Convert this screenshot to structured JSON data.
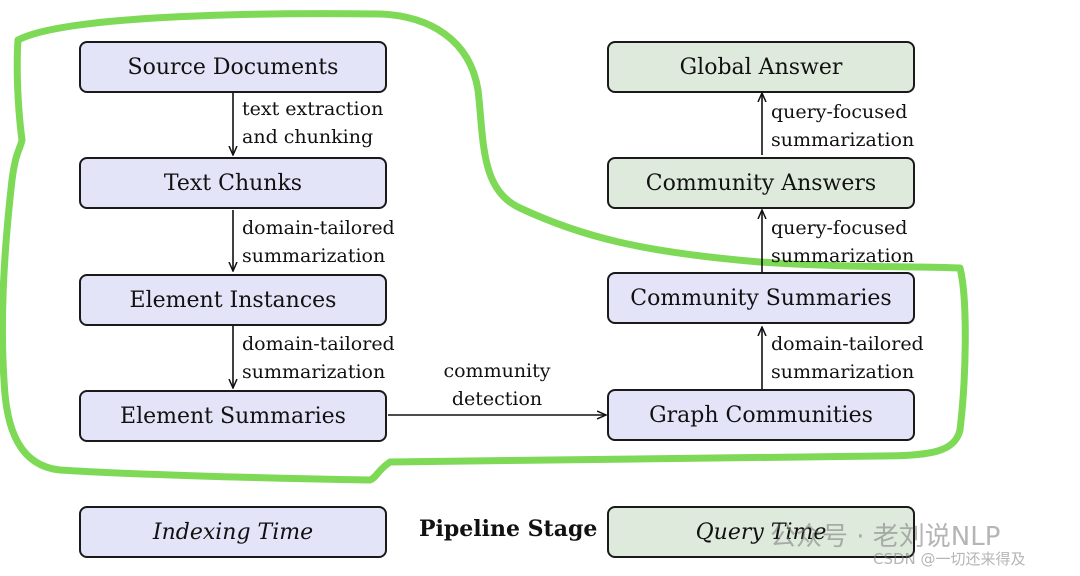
{
  "boxes": {
    "source_documents": "Source Documents",
    "text_chunks": "Text Chunks",
    "element_instances": "Element Instances",
    "element_summaries": "Element Summaries",
    "graph_communities": "Graph Communities",
    "community_summaries": "Community Summaries",
    "community_answers": "Community Answers",
    "global_answer": "Global Answer"
  },
  "edges": {
    "src_to_chunks": [
      "text extraction",
      "and chunking"
    ],
    "chunks_to_instances": [
      "domain-tailored",
      "summarization"
    ],
    "instances_to_summaries": [
      "domain-tailored",
      "summarization"
    ],
    "summaries_to_graph": [
      "community",
      "detection"
    ],
    "graph_to_comm_summaries": [
      "domain-tailored",
      "summarization"
    ],
    "comm_summaries_to_answers": [
      "query-focused",
      "summarization"
    ],
    "answers_to_global": [
      "query-focused",
      "summarization"
    ]
  },
  "legend": {
    "indexing_time": "Indexing Time",
    "pipeline_stage": "Pipeline Stage",
    "query_time": "Query Time"
  },
  "watermark": {
    "main": "公众号 · 老刘说NLP",
    "sub": "CSDN @一切还来得及"
  },
  "colors": {
    "indexing_fill": "#e3e4f8",
    "query_fill": "#deeadb",
    "highlight_stroke": "#7ed957"
  }
}
